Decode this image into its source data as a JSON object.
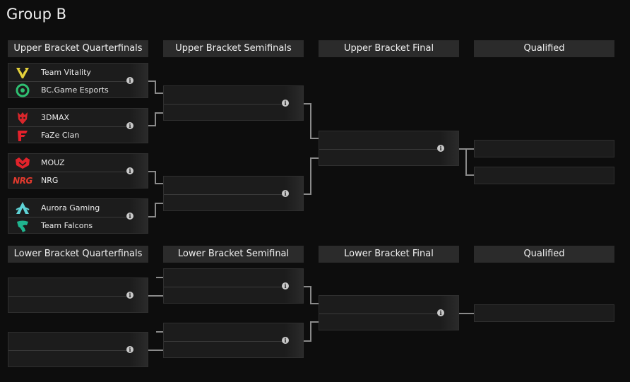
{
  "title": "Group B",
  "headers": {
    "ubqf": "Upper Bracket Quarterfinals",
    "ubsf": "Upper Bracket Semifinals",
    "ubf": "Upper Bracket Final",
    "q1": "Qualified",
    "lbqf": "Lower Bracket Quarterfinals",
    "lbsf": "Lower Bracket Semifinal",
    "lbf": "Lower Bracket Final",
    "q2": "Qualified"
  },
  "teams": {
    "t1": "Team Vitality",
    "t2": "BC.Game Esports",
    "t3": "3DMAX",
    "t4": "FaZe Clan",
    "t5": "MOUZ",
    "t6": "NRG",
    "t7": "Aurora Gaming",
    "t8": "Team Falcons"
  },
  "logos": {
    "nrg": "NRG"
  },
  "info_glyph": "i",
  "colors": {
    "background": "#0d0d0d",
    "header": "#2b2b2b",
    "match": "#1c1c1c",
    "connector": "#8a8a8a"
  }
}
